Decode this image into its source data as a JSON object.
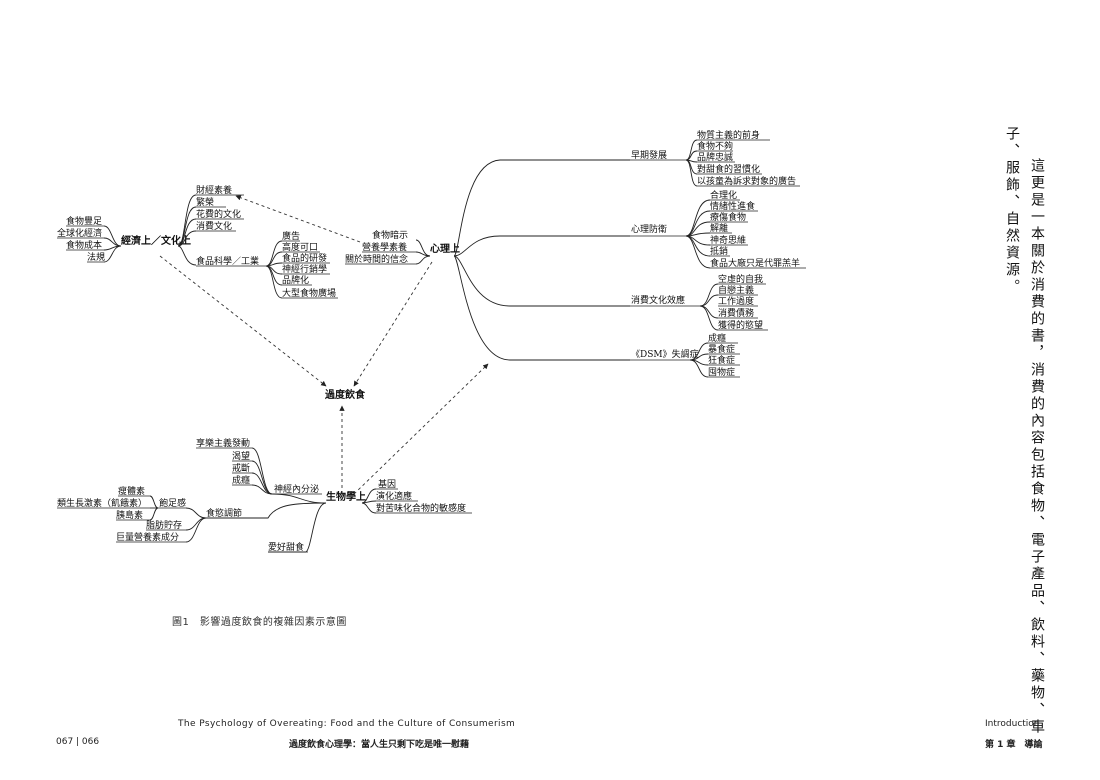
{
  "diagram": {
    "hubs": {
      "economic_culture": "經濟上／文化上",
      "psychological": "心理上",
      "biological": "生物學上",
      "overeating": "過度飲食"
    },
    "economic_causes": [
      "食物豐足",
      "全球化經濟",
      "食物成本",
      "法規"
    ],
    "culture_items": [
      "財經素養",
      "繁榮",
      "花費的文化",
      "消費文化"
    ],
    "food_science": {
      "label": "食品科學／工業",
      "items": [
        "廣告",
        "高度可口",
        "食品的研發",
        "神經行銷學",
        "品牌化",
        "大型食物廣場"
      ]
    },
    "psych_inputs": [
      "食物暗示",
      "營養學素養",
      "關於時間的信念"
    ],
    "psych_branches": [
      {
        "label": "早期發展",
        "items": [
          "物質主義的前身",
          "食物不夠",
          "品牌忠誠",
          "對甜食的習慣化",
          "以孩童為訴求對象的廣告"
        ]
      },
      {
        "label": "心理防衛",
        "items": [
          "合理化",
          "情緒性進食",
          "療傷食物",
          "解離",
          "神奇思維",
          "抵銷",
          "食品大廠只是代罪羔羊"
        ]
      },
      {
        "label": "消費文化效應",
        "items": [
          "空虛的自我",
          "自戀主義",
          "工作過度",
          "消費債務",
          "獲得的慾望"
        ]
      },
      {
        "label": "《DSM》失調症",
        "items": [
          "成癮",
          "暴食症",
          "狂食症",
          "囤物症"
        ]
      }
    ],
    "bio_direct": [
      "基因",
      "演化適應",
      "對苦味化合物的敏感度"
    ],
    "neuro": {
      "label": "神經內分泌",
      "items": [
        "享樂主義發動",
        "渴望",
        "戒斷",
        "成癮"
      ]
    },
    "appetite": {
      "label": "食慾調節",
      "satiety": {
        "label": "飽足感",
        "items": [
          "瘦體素",
          "類生長激素（飢餓素）",
          "胰島素"
        ]
      },
      "others": [
        "脂肪貯存",
        "巨量營養素成分"
      ]
    },
    "sweet_preference": "愛好甜食"
  },
  "caption": "圖1　影響過度飲食的複雜因素示意圖",
  "body_text": {
    "column_1": "這更是一本關於消費的書，消費的內容包括食物、電子產品、飲料、藥物、車",
    "column_2": "子、服飾、自然資源。"
  },
  "footer": {
    "page_numbers": "067 | 066",
    "book_title_en": "The Psychology of Overeating: Food and the Culture of Consumerism",
    "book_title_zh": "過度飲食心理學：當人生只剩下吃是唯一慰藉",
    "section_en": "Introduction",
    "section_zh": "第 1 章　導論"
  }
}
